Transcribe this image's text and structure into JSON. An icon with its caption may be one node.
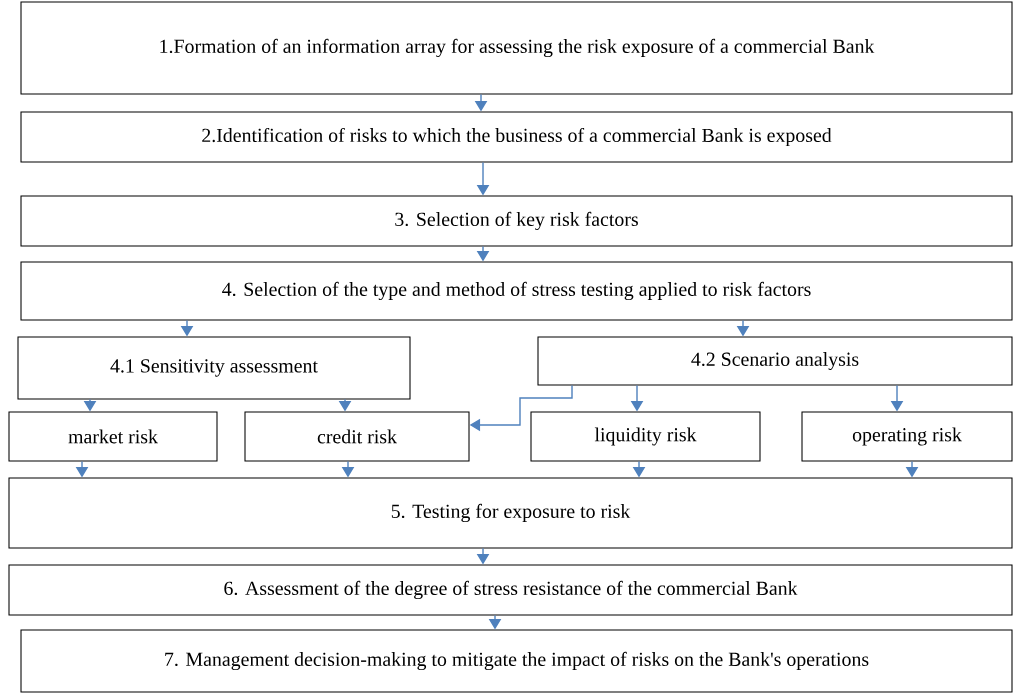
{
  "diagram": {
    "nodes": [
      {
        "text": [
          "1.Formation of an information array for assessing the risk exposure of a commercial Bank"
        ]
      },
      {
        "text": [
          "2.Identification of risks to which the business of a commercial Bank is exposed"
        ]
      },
      {
        "text": [
          "3. Selection of key risk factors"
        ]
      },
      {
        "text": [
          "4. Selection of the type and method of stress testing applied to risk factors"
        ]
      },
      {
        "text": [
          "4.1 Sensitivity assessment"
        ]
      },
      {
        "text": [
          "4.2 Scenario analysis"
        ]
      },
      {
        "text": [
          "market risk"
        ]
      },
      {
        "text": [
          "credit risk"
        ]
      },
      {
        "text": [
          "liquidity risk"
        ]
      },
      {
        "text": [
          "operating risk"
        ]
      },
      {
        "text": [
          "5. Testing for exposure to risk"
        ]
      },
      {
        "text": [
          "6. Assessment of the degree of stress resistance of the commercial Bank"
        ]
      },
      {
        "text": [
          "7. Management decision-making to mitigate the impact of risks on the Bank's operations"
        ]
      }
    ],
    "edges": [
      {
        "from": 0,
        "to": 1,
        "arrow": "to"
      },
      {
        "from": 1,
        "to": 2,
        "arrow": "to"
      },
      {
        "from": 2,
        "to": 3,
        "arrow": "to"
      },
      {
        "from": 3,
        "to": 4,
        "arrow": "to"
      },
      {
        "from": 3,
        "to": 5,
        "arrow": "to"
      },
      {
        "from": 4,
        "to": 6,
        "arrow": "to"
      },
      {
        "from": 4,
        "to": 7,
        "arrow": "to"
      },
      {
        "from": 5,
        "to": 7,
        "arrow": "to"
      },
      {
        "from": 5,
        "to": 8,
        "arrow": "to"
      },
      {
        "from": 5,
        "to": 9,
        "arrow": "to"
      },
      {
        "from": 6,
        "to": 10,
        "arrow": "to"
      },
      {
        "from": 7,
        "to": 10,
        "arrow": "to"
      },
      {
        "from": 8,
        "to": 10,
        "arrow": "to"
      },
      {
        "from": 9,
        "to": 10,
        "arrow": "to"
      },
      {
        "from": 10,
        "to": 11,
        "arrow": "to"
      },
      {
        "from": 11,
        "to": 12,
        "arrow": "to"
      }
    ]
  }
}
